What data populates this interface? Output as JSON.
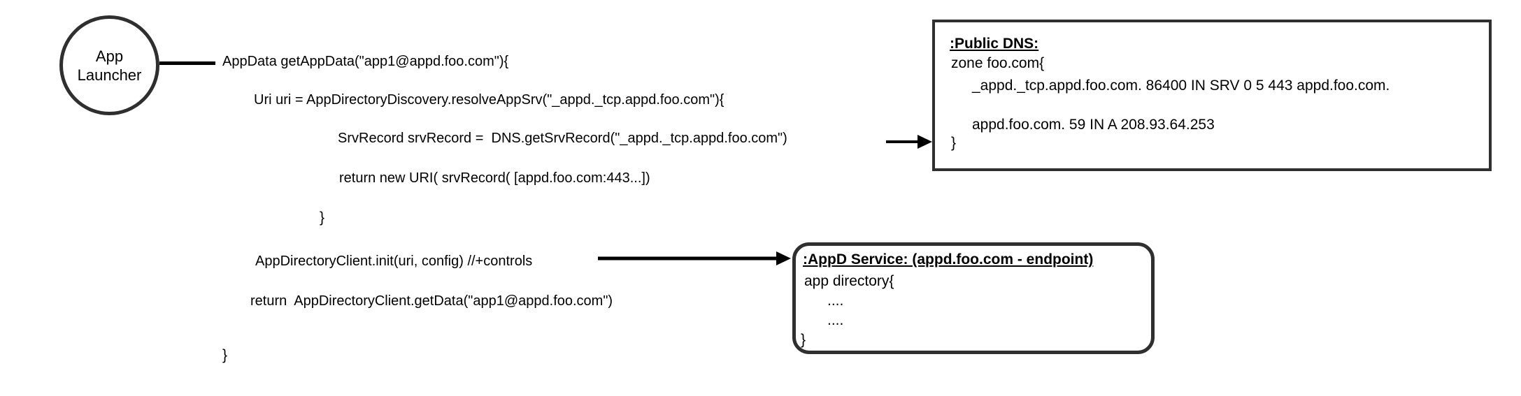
{
  "actor": {
    "line1": "App",
    "line2": "Launcher"
  },
  "code": {
    "lines": [
      "AppData getAppData(\"app1@appd.foo.com\"){",
      "Uri uri = AppDirectoryDiscovery.resolveAppSrv(\"_appd._tcp.appd.foo.com\"){",
      "SrvRecord srvRecord =  DNS.getSrvRecord(\"_appd._tcp.appd.foo.com\")",
      "return new URI( srvRecord( [appd.foo.com:443...])",
      "}",
      "AppDirectoryClient.init(uri, config) //+controls",
      "return  AppDirectoryClient.getData(\"app1@appd.foo.com\")",
      "}"
    ]
  },
  "dns_box": {
    "title": ":Public DNS:",
    "lines": [
      "zone foo.com{",
      "_appd._tcp.appd.foo.com. 86400 IN SRV 0 5 443 appd.foo.com.",
      "appd.foo.com. 59 IN A 208.93.64.253",
      "}"
    ]
  },
  "appd_box": {
    "title": ":AppD Service: (appd.foo.com - endpoint)",
    "lines": [
      "app directory{",
      "....",
      "....",
      "}"
    ]
  },
  "colors": {
    "ink": "#000000",
    "box_border": "#2f2f2f",
    "background": "#ffffff"
  }
}
